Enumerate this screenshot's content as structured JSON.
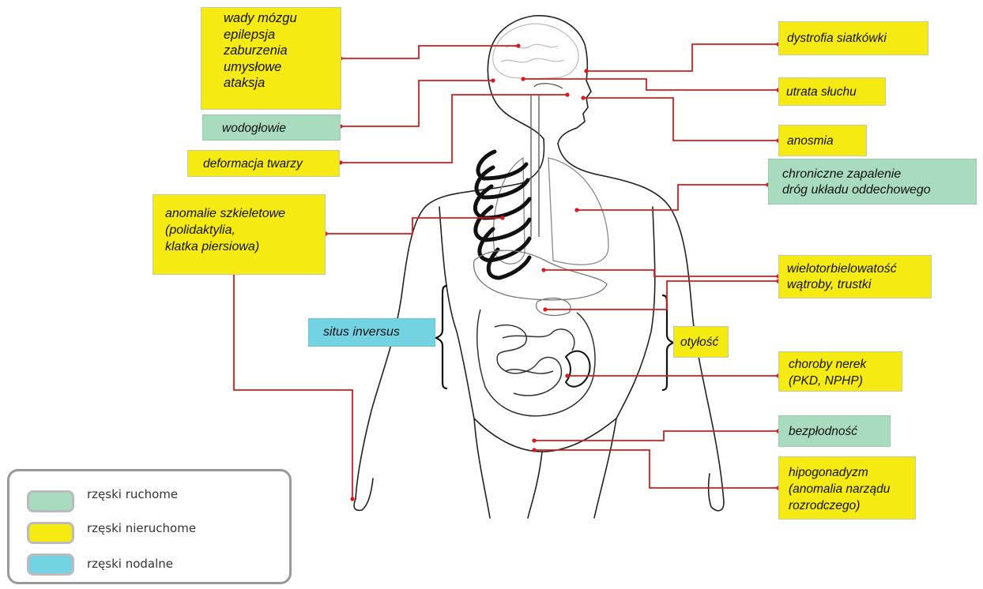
{
  "labels": {
    "brain": [
      "wady mózgu",
      "epilepsja",
      "zaburzenia",
      "umysłowe",
      "ataksja"
    ],
    "hydrocephalus": [
      "wodogłowie"
    ],
    "face": [
      "deformacja twarzy"
    ],
    "skeleton": [
      "anomalie szkieletowe",
      "(polidaktylia,",
      "klatka piersiowa)"
    ],
    "situs": [
      "situs inversus"
    ],
    "retina": [
      "dystrofia siatkówki"
    ],
    "hearing": [
      "utrata słuchu"
    ],
    "anosmia": [
      "anosmia"
    ],
    "respiratory": [
      "chroniczne zapalenie",
      "dróg układu oddechowego"
    ],
    "liver": [
      "wielotorbielowatość",
      "wątroby, trustki"
    ],
    "obesity": [
      "otyłość"
    ],
    "kidney": [
      "choroby nerek",
      "(PKD, NPHP)"
    ],
    "infertility": [
      "bezpłodność"
    ],
    "hypogonadism": [
      "hipogonadyzm",
      "(anomalia narządu",
      "rozrodczego)"
    ]
  },
  "legend": [
    {
      "label": "rzęski ruchome",
      "color": "#a9dcbf"
    },
    {
      "label": "rzęski nieruchome",
      "color": "#f5ea12"
    },
    {
      "label": "rzęski nodalne",
      "color": "#74d3e3"
    }
  ],
  "colors": {
    "connector": "#d81c1c",
    "motile": "#a9dcbf",
    "primary": "#f5ea12",
    "nodal": "#74d3e3"
  }
}
